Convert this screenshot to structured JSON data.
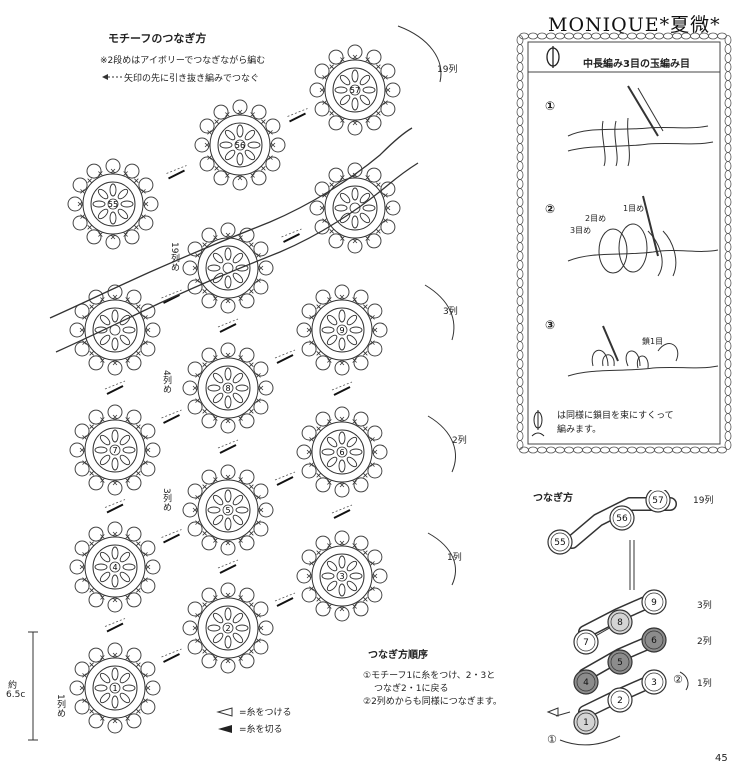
{
  "watermark": "MONIQUE*夏微*",
  "chart": {
    "title": "モチーフのつなぎ方",
    "note1": "※2段めはアイボリーでつなぎながら編む",
    "note2": "矢印の先に引き抜き編みでつなぐ",
    "row_labels": [
      "19列",
      "3列",
      "2列",
      "1列"
    ],
    "side_labels": [
      "19列め",
      "4列め",
      "3列め",
      "1列め"
    ],
    "motif_numbers": [
      "1",
      "2",
      "3",
      "4",
      "5",
      "6",
      "7",
      "8",
      "9",
      "55",
      "56",
      "57"
    ],
    "size_label_1": "約",
    "size_label_2": "6.5c"
  },
  "technique": {
    "title": "中長編み3目の玉編み目",
    "symbol_icon": "puff-stitch-symbol",
    "steps": [
      "①",
      "②",
      "③"
    ],
    "step2_labels": [
      "1目め",
      "2目め",
      "3目め"
    ],
    "step3_label": "鎖1目",
    "note_line1": "は同様に鎖目を束にすくって",
    "note_line2": "編みます。"
  },
  "order": {
    "heading": "つなぎ方順序",
    "line1": "①モチーフ1に糸をつけ、2・3と",
    "line2": "つなぎ2・1に戻る",
    "line3": "②2列めからも同様につなぎます。"
  },
  "legend": {
    "attach": "=糸をつける",
    "cut": "=糸を切る"
  },
  "joining": {
    "title": "つなぎ方",
    "row_labels": [
      "19列",
      "3列",
      "2列",
      "1列"
    ],
    "circles": [
      "55",
      "56",
      "57",
      "9",
      "7",
      "8",
      "6",
      "4",
      "5",
      "3",
      "1",
      "2"
    ],
    "markers": [
      "①",
      "②"
    ],
    "colors": {
      "dark": "#8c8c8c",
      "mid": "#d4d4d4",
      "light": "#ffffff",
      "line": "#333333"
    }
  },
  "page_number": "45"
}
